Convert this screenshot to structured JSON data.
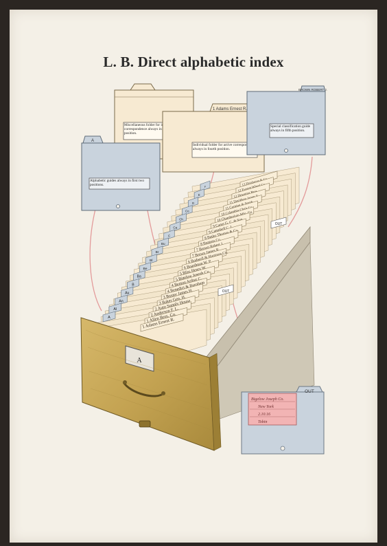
{
  "title": "L. B. Direct alphabetic index",
  "colors": {
    "paper": "#f4f0e7",
    "cream_folder": "#f7ead2",
    "blue_guide": "#c9d3dd",
    "connector": "#e39a9a",
    "drawer_gold": "#c7a85b",
    "card_pink": "#f2b4b4"
  },
  "callouts": {
    "misc_folder": "Miscellaneous folder for inactive correspondence always in third position.",
    "individual_folder": "Individual folder for active correspondence always in fourth position.",
    "special_guide": "Special classification guide always in fifth position.",
    "alpha_guides": "Alphabetic guides always in first two positions."
  },
  "folder_header_label": "1 Adams Ernest R.",
  "guide_corner_label": "BROWN ROBERT J.",
  "guide_letter": "A",
  "drawer_label": "A",
  "out_card": {
    "out_label": "OUT",
    "name_line": "Bigelow Joseph Co.",
    "city_line": "New York",
    "date_line": "2.10.16",
    "by_line": "Tobin"
  },
  "folder_tabs": [
    "1 Adams Ernest R.",
    "1 Allen Bros. Co.",
    "2 Anderson F. L.",
    "2 Auto Supply House",
    "3 Baker Geo. H.",
    "3 Baxter James H.",
    "4 Benedict & Burnham",
    "4 Benton Arthur C.",
    "5 Bigelow Joseph Co.",
    "5 Bliss Henry W.",
    "6 Boardman W. P.",
    "6 Bodwell & Hastings Co.",
    "7 Brown James R.",
    "7 Brown Robert J.",
    "8 Burgess Co.",
    "8 Butler Thomas & Co.",
    "9 Campbell C. L.",
    "9 Carter G. C. & Son",
    "10 Chamberlain Mfg. Co.",
    "10 Columbia Chair Co.",
    "11 Corning & Smith",
    "11 Davidson James F.",
    "12 Downing Bros.",
    "12 Everett Wheel Co.",
    "13 Fleishman & Co."
  ],
  "guide_tabs": [
    "A",
    "Al",
    "An",
    "Au",
    "B",
    "Ba",
    "Be",
    "Bl",
    "Br",
    "Bu",
    "C",
    "Ca",
    "Ch",
    "Co",
    "D",
    "E",
    "F"
  ],
  "out_tabs": [
    "OUT",
    "OUT"
  ]
}
